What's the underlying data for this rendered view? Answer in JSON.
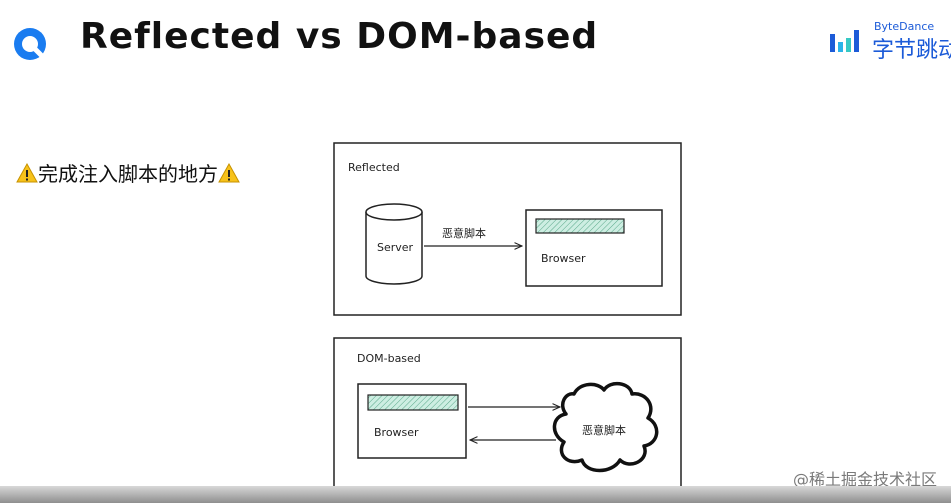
{
  "slide": {
    "title": "Reflected vs DOM-based",
    "bullet_text": "完成注入脚本的地方",
    "bullet_icon": "warning-icon"
  },
  "brand": {
    "small": "ByteDance",
    "big": "字节跳动",
    "color": "#1c5bd8"
  },
  "diagram_reflected": {
    "caption": "Reflected",
    "server_label": "Server",
    "arrow_label": "恶意脚本",
    "browser_label": "Browser"
  },
  "diagram_dom": {
    "caption": "DOM-based",
    "browser_label": "Browser",
    "cloud_label": "恶意脚本"
  },
  "watermark": "@稀土掘金技术社区"
}
